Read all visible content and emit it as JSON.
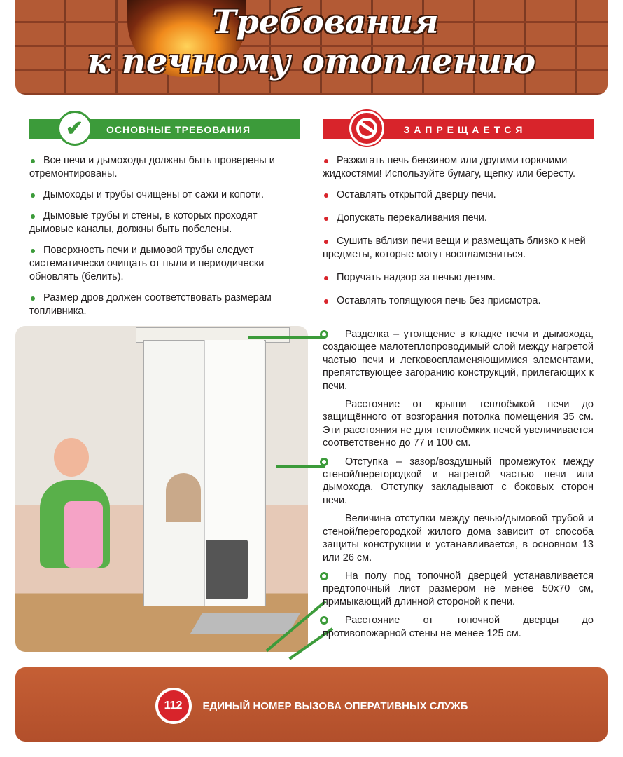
{
  "header": {
    "title_line1": "Требования",
    "title_line2": "к печному отоплению"
  },
  "sections": {
    "required": {
      "title": "ОСНОВНЫЕ ТРЕБОВАНИЯ",
      "icon": "check-icon",
      "color": "#3c9b3a",
      "items": [
        "Все печи и дымоходы должны быть проверены и отремонтированы.",
        "Дымоходы и трубы очищены от сажи и копоти.",
        "Дымовые трубы и стены, в которых проходят дымовые каналы, должны быть побелены.",
        "Поверхность печи и дымовой трубы следует систематически очищать от пыли и периодически обновлять (белить).",
        "Размер дров должен соответствовать размерам топливника."
      ]
    },
    "forbidden": {
      "title": "ЗАПРЕЩАЕТСЯ",
      "icon": "prohibited-icon",
      "color": "#d8242b",
      "items": [
        "Разжигать печь бензином или другими горючими жидкостями! Используйте бумагу, щепку или бересту.",
        "Оставлять открытой дверцу печи.",
        "Допускать перекаливания печи.",
        "Сушить вблизи печи вещи и размещать близко к ней предметы, которые могут воспламениться.",
        "Поручать надзор за печью детям.",
        "Оставлять топящуюся печь без присмотра."
      ]
    }
  },
  "details": [
    "Разделка – утолщение в кладке печи и дымохода, создающее малотеплопроводимый слой между нагретой частью печи и легковоспламеняющимися элементами, препятствующее загоранию конструкций, прилегающих к печи.",
    "Расстояние от крыши теплоёмкой печи до защищённого от возгорания потолка помещения 35 см. Эти расстояния не для теплоёмких печей увеличивается соответственно до 77 и 100 см.",
    "Отступка – зазор/воздушный промежуток между стеной/перегородкой и нагретой частью печи или дымохода. Отступку закладывают с боковых сторон печи.",
    "Величина отступки между печью/дымовой трубой и стеной/перегородкой жилого дома зависит от способа защиты конструкции и устанавливается, в основном 13 или 26 см.",
    "На полу под топочной дверцей устанавливается предтопочный лист размером не менее 50х70 см, примыкающий длинной стороной к печи.",
    "Расстояние от топочной дверцы до противопожарной стены не менее 125 см."
  ],
  "footer": {
    "number": "112",
    "text": "ЕДИНЫЙ НОМЕР ВЫЗОВА ОПЕРАТИВНЫХ СЛУЖБ"
  }
}
